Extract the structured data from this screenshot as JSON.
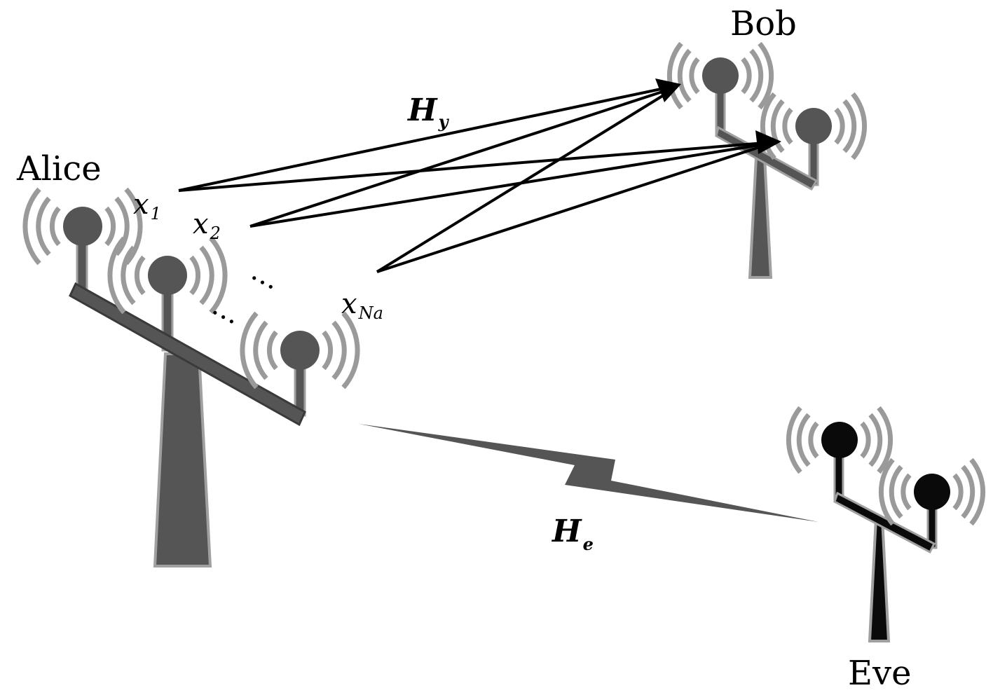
{
  "nodes": {
    "alice": {
      "label": "Alice"
    },
    "bob": {
      "label": "Bob"
    },
    "eve": {
      "label": "Eve"
    }
  },
  "signals": {
    "x1": {
      "base": "x",
      "sub": "1"
    },
    "x2": {
      "base": "x",
      "sub": "2"
    },
    "xn": {
      "base": "x",
      "sub": "Na"
    },
    "ellipsis_upper": "…",
    "ellipsis_lower": "…"
  },
  "channels": {
    "hy": {
      "base": "H",
      "sub": "y"
    },
    "he": {
      "base": "H",
      "sub": "e"
    }
  },
  "colors": {
    "alice_bob": "#555555",
    "eve": "#0a0a0a",
    "outline": "#a0a0a0",
    "arrow": "#000000"
  }
}
